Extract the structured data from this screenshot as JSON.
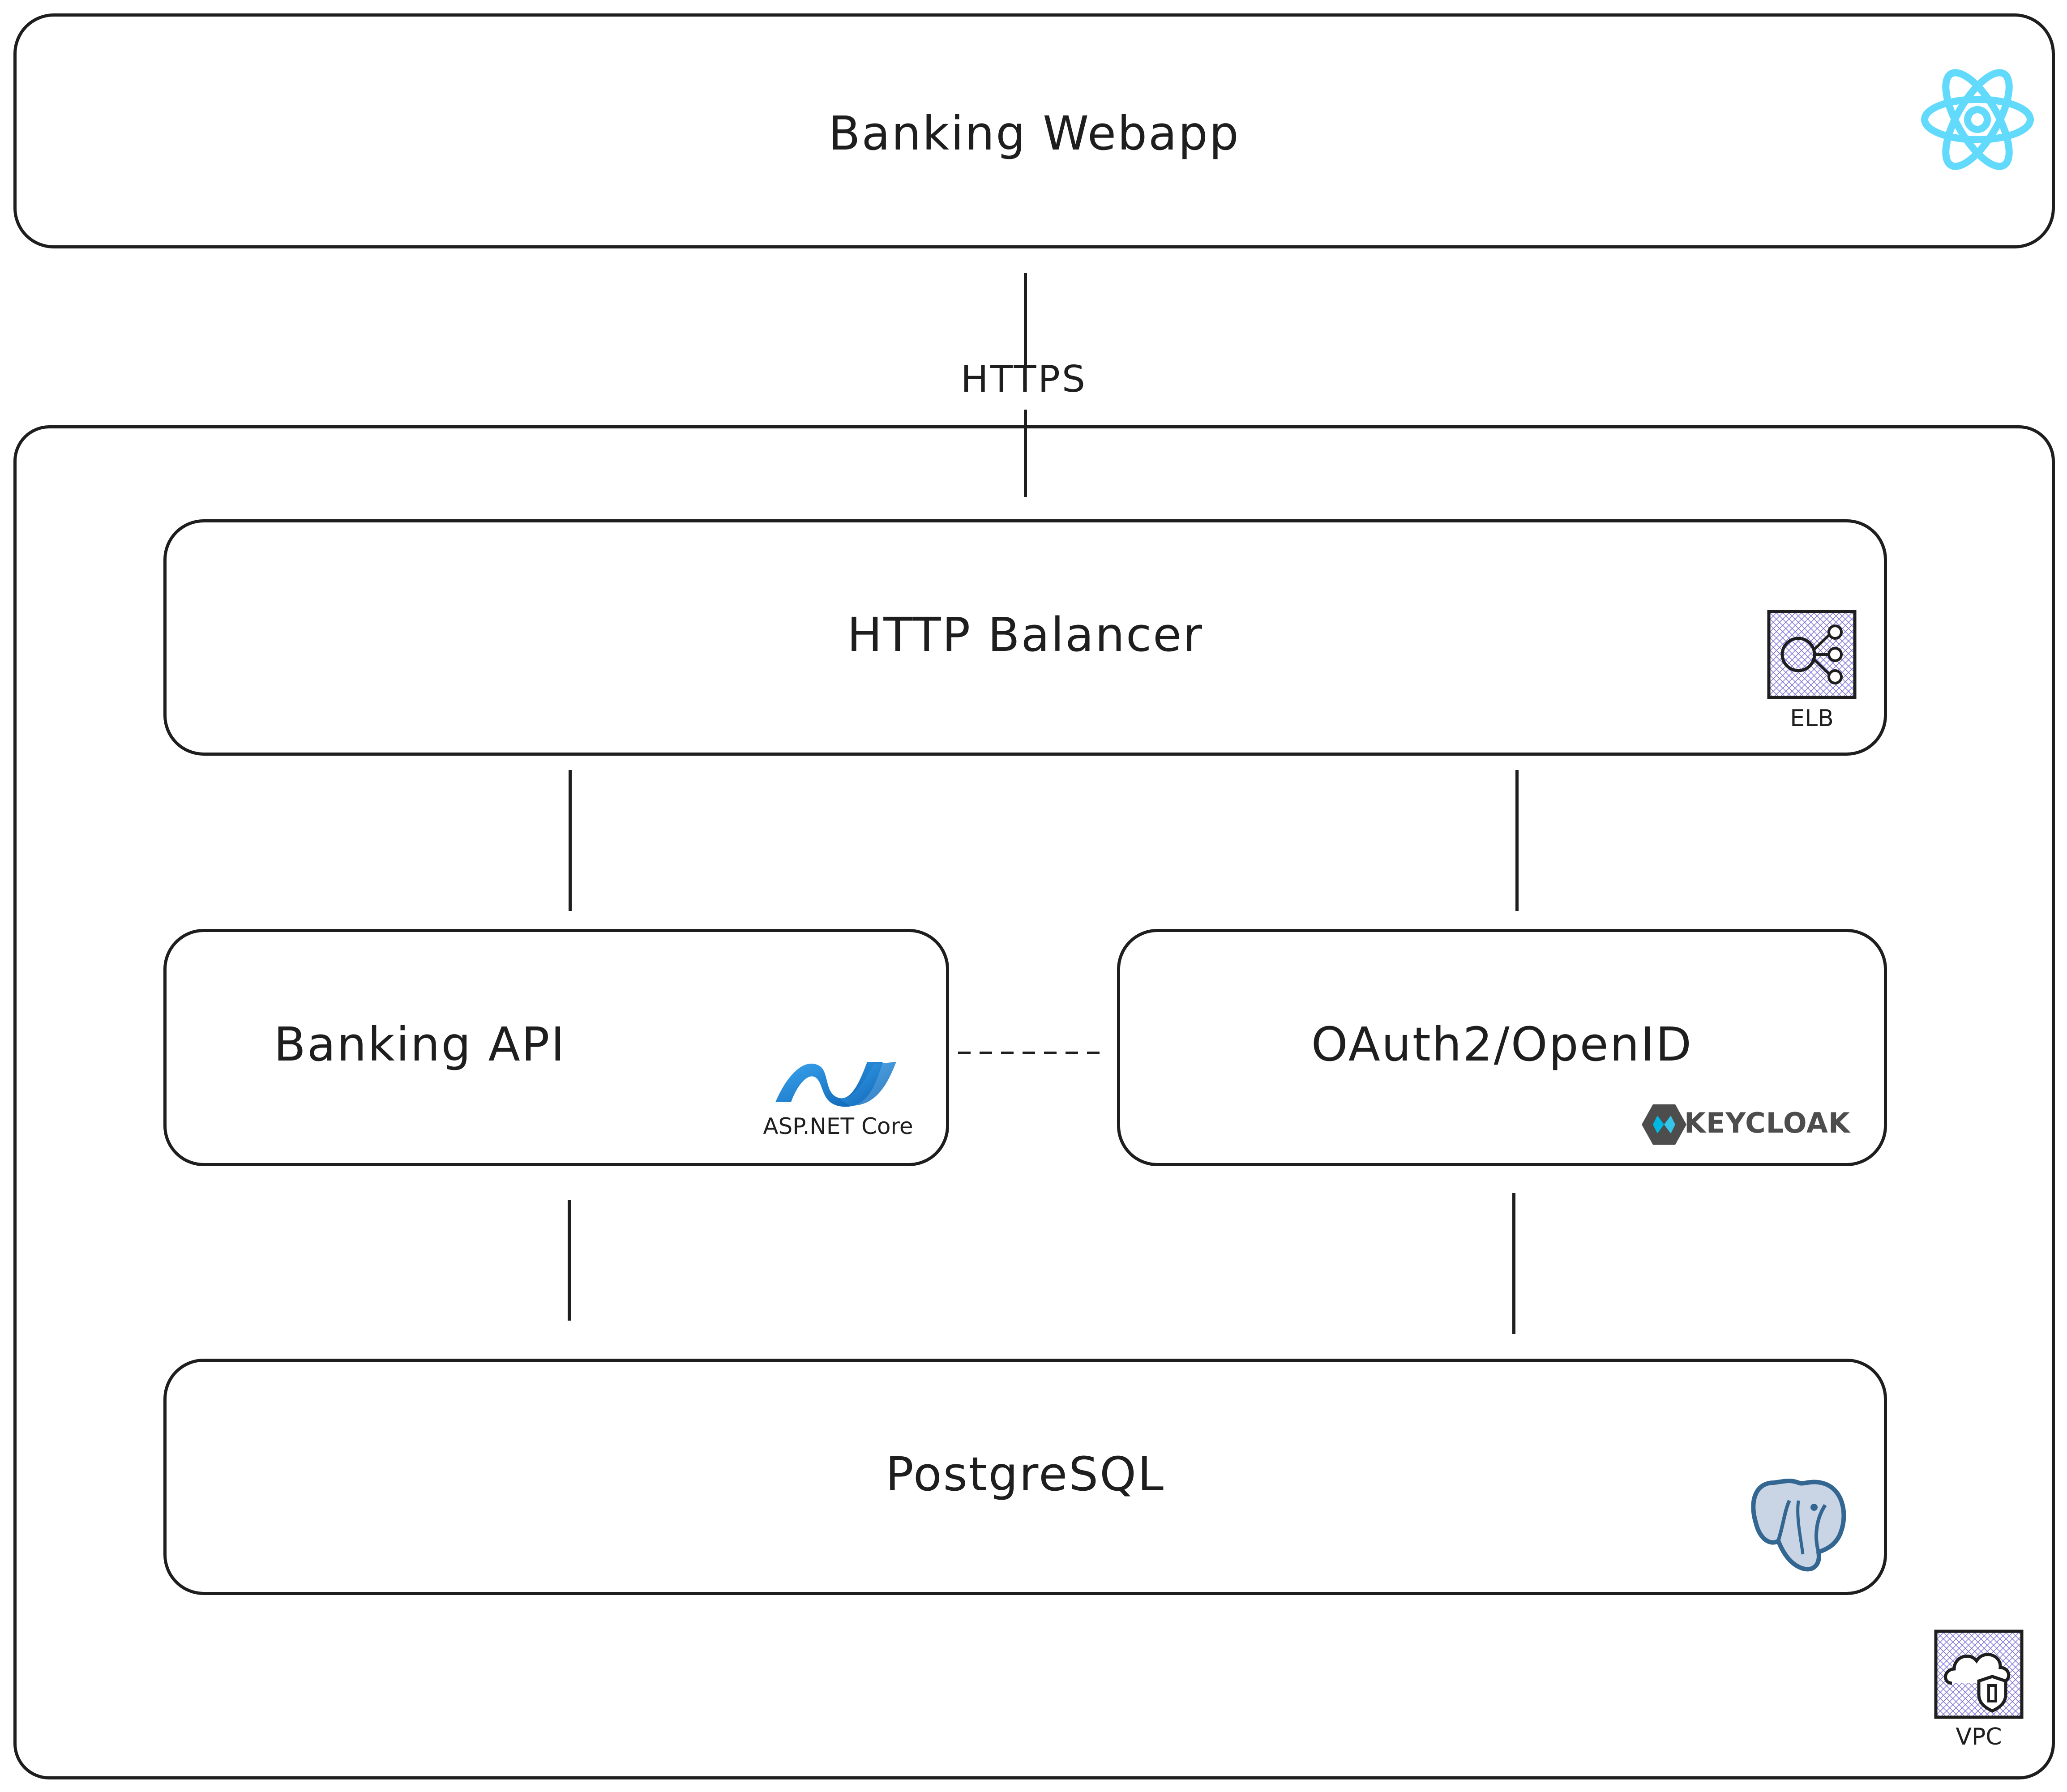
{
  "webapp": {
    "title": "Banking Webapp",
    "icon": "react-icon"
  },
  "connector": {
    "label": "HTTPS"
  },
  "vpc": {
    "label": "VPC",
    "icon": "vpc-icon"
  },
  "balancer": {
    "title": "HTTP Balancer",
    "icon_label": "ELB",
    "icon": "elb-icon"
  },
  "api": {
    "title": "Banking API",
    "logo_label": "ASP.NET Core",
    "icon": "aspnet-core-logo"
  },
  "auth": {
    "title": "OAuth2/OpenID",
    "logo_label": "KEYCLOAK",
    "icon": "keycloak-logo"
  },
  "db": {
    "title": "PostgreSQL",
    "icon": "postgresql-elephant-icon"
  },
  "colors": {
    "react": "#61dafb",
    "aspnet": "#1e88d8",
    "keycloak": "#4d4d4d",
    "postgres": "#336791",
    "stroke": "#1e1e1e"
  }
}
